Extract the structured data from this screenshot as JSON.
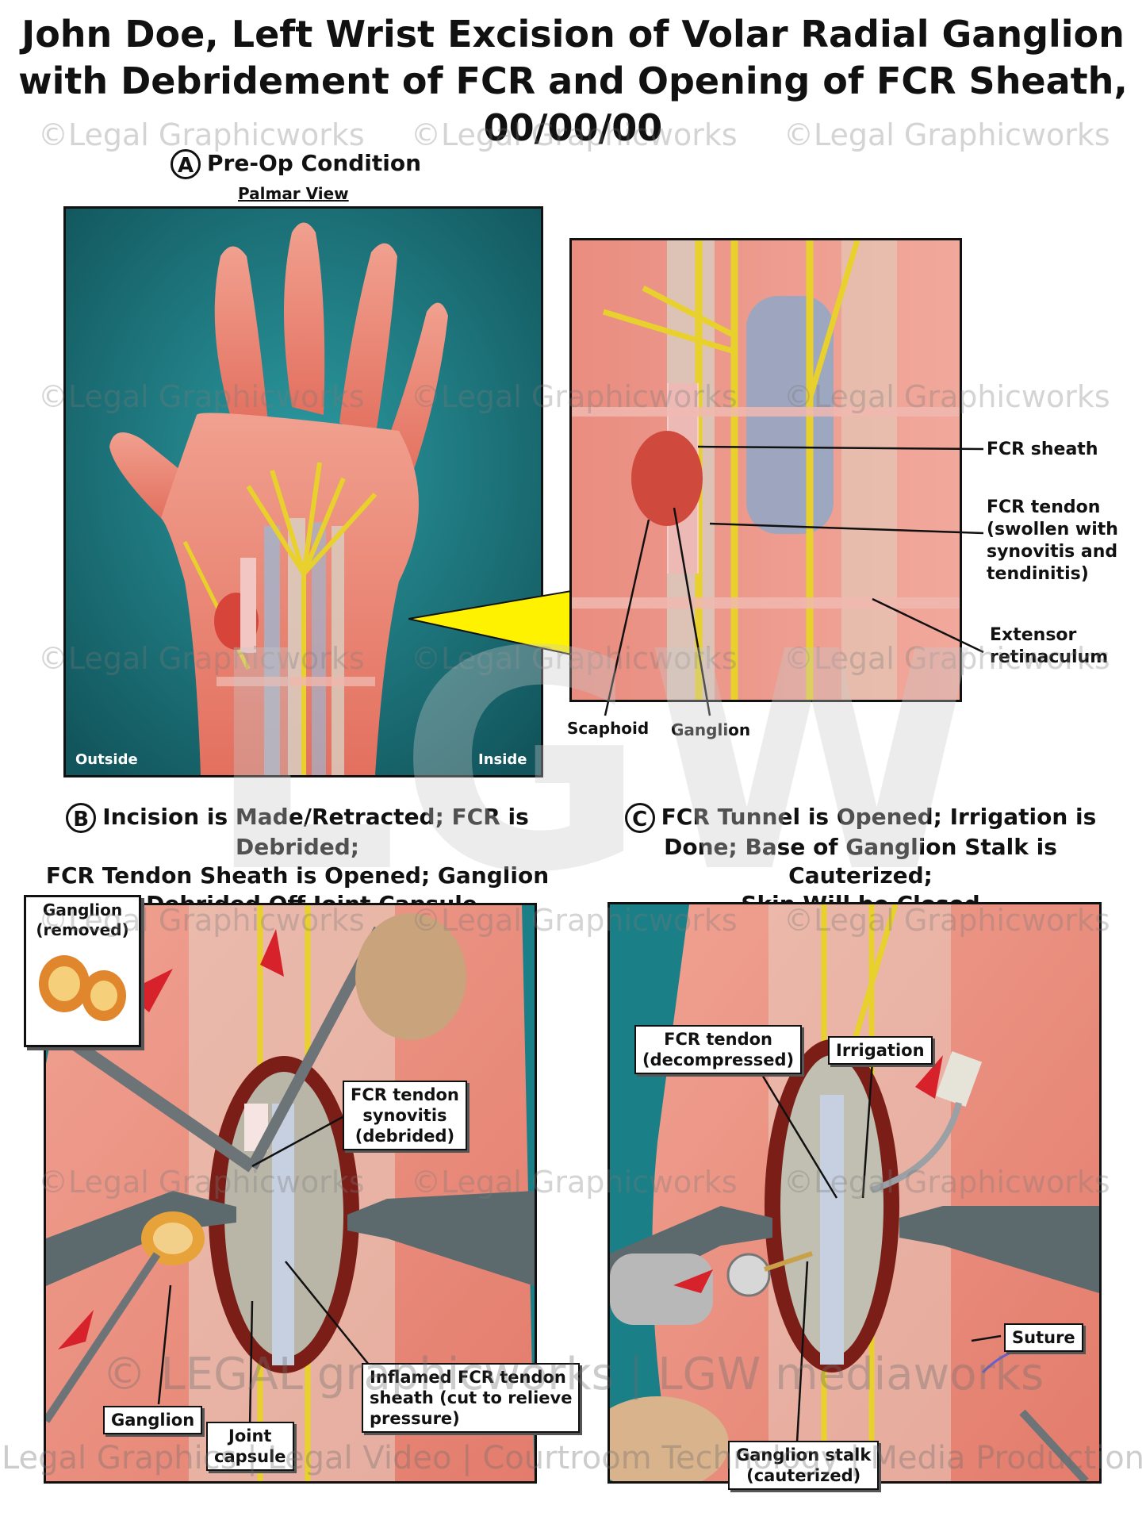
{
  "title": {
    "line1": "John Doe, Left Wrist Excision of Volar Radial Ganglion",
    "line2": "with Debridement of FCR and Opening of FCR Sheath,",
    "line3": "00/00/00"
  },
  "section_a": {
    "letter": "A",
    "heading": "Pre-Op Condition",
    "subheading": "Palmar View",
    "outside_label": "Outside",
    "inside_label": "Inside",
    "callouts": {
      "fcr_sheath": "FCR sheath",
      "fcr_tendon": [
        "FCR tendon",
        "(swollen with",
        "synovitis and",
        "tendinitis)"
      ],
      "extensor": [
        "Extensor",
        "retinaculum"
      ],
      "scaphoid": "Scaphoid",
      "ganglion": "Ganglion"
    }
  },
  "section_b": {
    "letter": "B",
    "heading_lines": [
      "Incision is Made/Retracted; FCR is Debrided;",
      "FCR Tendon Sheath is Opened; Ganglion",
      "is Debrided Off Joint Capsule"
    ],
    "inset": [
      "Ganglion",
      "(removed)"
    ],
    "callouts": {
      "synovitis": [
        "FCR tendon",
        "synovitis",
        "(debrided)"
      ],
      "ganglion": "Ganglion",
      "joint_capsule": [
        "Joint",
        "capsule"
      ],
      "sheath": [
        "Inflamed FCR tendon",
        "sheath (cut to relieve",
        "pressure)"
      ]
    }
  },
  "section_c": {
    "letter": "C",
    "heading_lines": [
      "FCR Tunnel is Opened; Irrigation is",
      "Done; Base of Ganglion Stalk is Cauterized;",
      "Skin Will be Closed"
    ],
    "callouts": {
      "fcr_tendon": [
        "FCR tendon",
        "(decompressed)"
      ],
      "irrigation": "Irrigation",
      "suture": "Suture",
      "stalk": [
        "Ganglion stalk",
        "(cauterized)"
      ]
    }
  },
  "watermarks": {
    "repeat": "©Legal Graphicworks",
    "big": "LGW",
    "brand": "© LEGAL graphicworks | LGW mediaworks",
    "footer": "Legal Graphics | Legal Video | Courtroom Technology | Media Production"
  },
  "colors": {
    "background_teal": "#1f7f86",
    "skin": "#e9776b",
    "nerve_yellow": "#e8d12c",
    "tendon_blue": "#8fa8c8",
    "arrow_red": "#d8222b",
    "pointer_yellow": "#fff200"
  }
}
